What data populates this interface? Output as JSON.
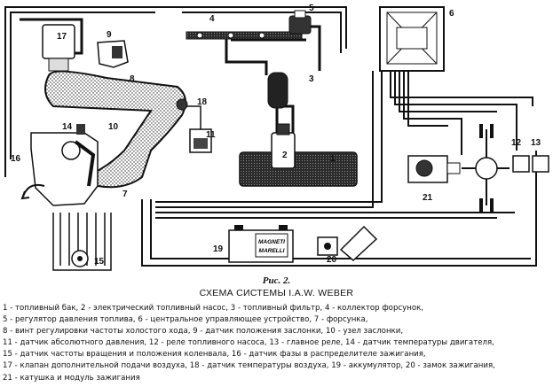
{
  "labels": {
    "n1": "1",
    "n2": "2",
    "n3": "3",
    "n4": "4",
    "n5": "5",
    "n6": "6",
    "n7": "7",
    "n8": "8",
    "n9": "9",
    "n10": "10",
    "n11": "11",
    "n12": "12",
    "n13": "13",
    "n14": "14",
    "n15": "15",
    "n16": "16",
    "n17": "17",
    "n18": "18",
    "n19": "19",
    "n20": "20",
    "n21": "21"
  },
  "battery_brand": {
    "line1": "MAGNETI",
    "line2": "MARELLI"
  },
  "caption": {
    "figure": "Рис. 2.",
    "title": "СХЕМА СИСТЕМЫ I.A.W. WEBER",
    "lines": [
      "1 - топливный бак, 2 - электрический топливный насос, 3 - топливный фильтр, 4 - коллектор форсунок,",
      "5 - регулятор давления топлива, 6 - центральное управляющее устройство, 7 - форсунка,",
      "8 - винт регулировки частоты холостого хода, 9 - датчик положения заслонки, 10 - узел заслонки,",
      "11 - датчик абсолютного давления, 12 - реле топливного насоса, 13 - главное реле, 14 - датчик температуры двигателя,",
      "15 - датчик частоты вращения и положения коленвала, 16 - датчик фазы в распределителе зажигания,",
      "17 - клапан дополнительной подачи воздуха, 18 - датчик температуры воздуха, 19 - аккумулятор, 20 - замок зажигания,",
      "21 - катушка и модуль зажигания"
    ]
  }
}
